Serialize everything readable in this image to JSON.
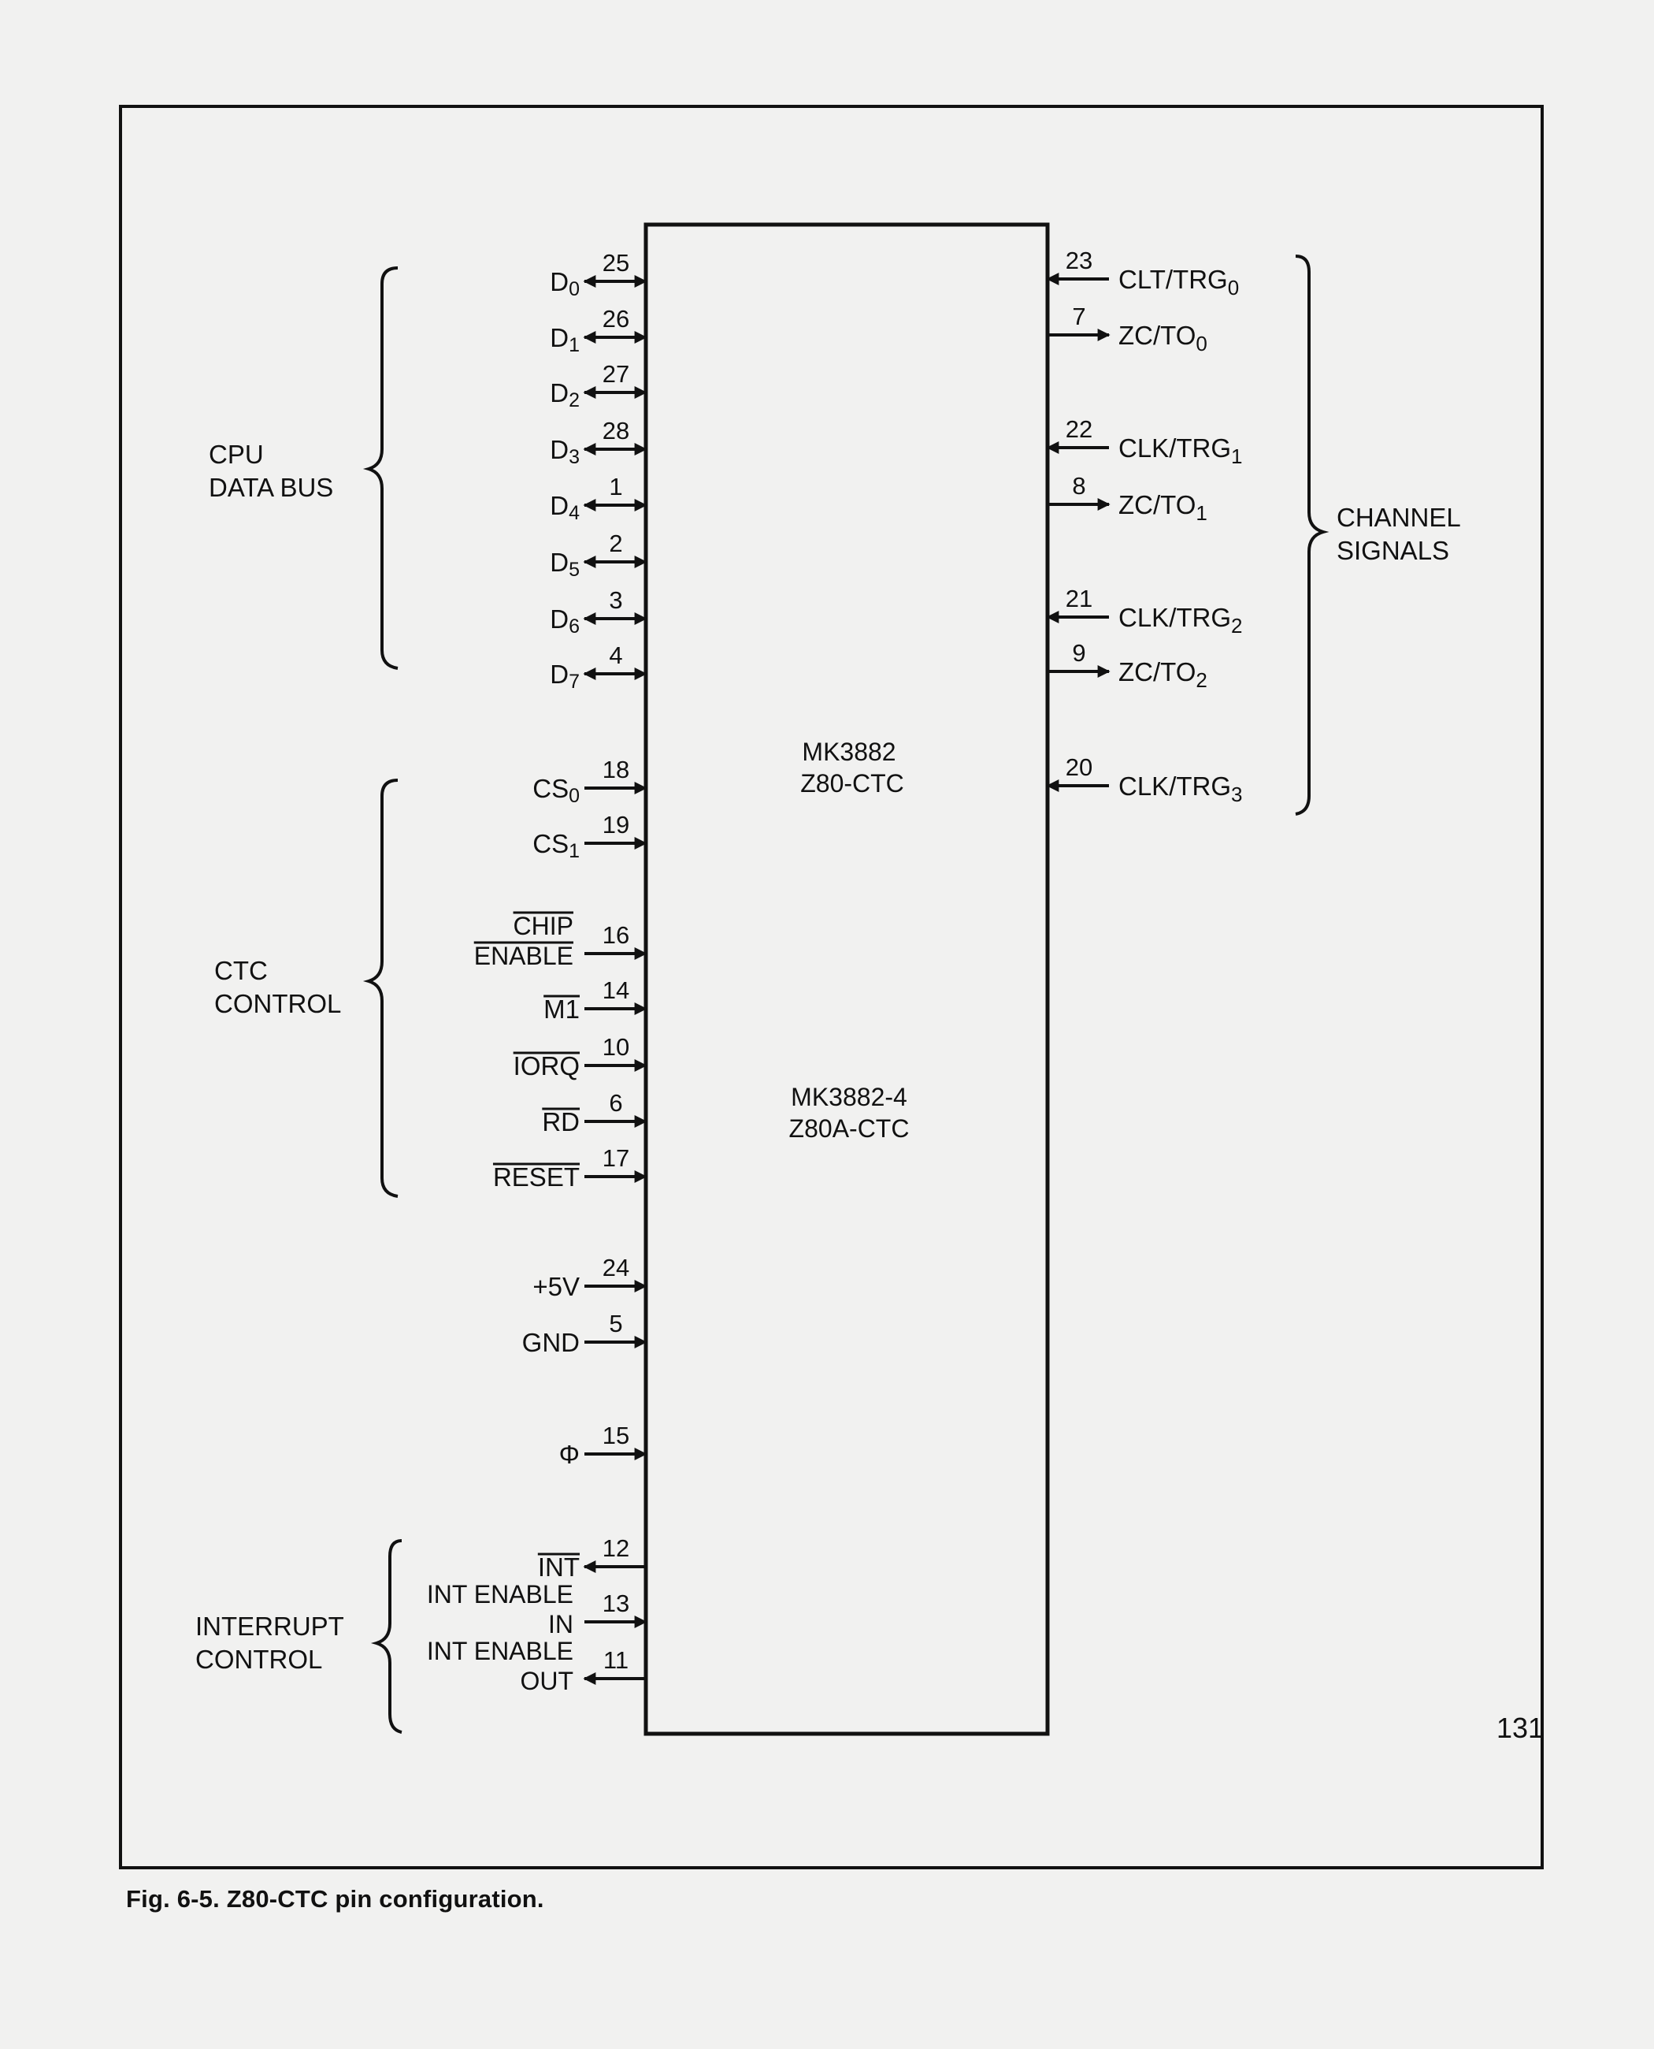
{
  "chip": {
    "label_top": [
      "MK3882",
      "Z80-CTC"
    ],
    "label_bottom": [
      "MK3882-4",
      "Z80A-CTC"
    ]
  },
  "left_pins": [
    {
      "name": "D",
      "sub": "0",
      "pin": "25",
      "dir": "bi"
    },
    {
      "name": "D",
      "sub": "1",
      "pin": "26",
      "dir": "bi"
    },
    {
      "name": "D",
      "sub": "2",
      "pin": "27",
      "dir": "bi"
    },
    {
      "name": "D",
      "sub": "3",
      "pin": "28",
      "dir": "bi"
    },
    {
      "name": "D",
      "sub": "4",
      "pin": "1",
      "dir": "bi"
    },
    {
      "name": "D",
      "sub": "5",
      "pin": "2",
      "dir": "bi"
    },
    {
      "name": "D",
      "sub": "6",
      "pin": "3",
      "dir": "bi"
    },
    {
      "name": "D",
      "sub": "7",
      "pin": "4",
      "dir": "bi"
    },
    {
      "name": "CS",
      "sub": "0",
      "pin": "18",
      "dir": "in"
    },
    {
      "name": "CS",
      "sub": "1",
      "pin": "19",
      "dir": "in"
    },
    {
      "name": "CHIP",
      "name2": "ENABLE",
      "overline": true,
      "pin": "16",
      "dir": "in"
    },
    {
      "name": "M1",
      "overline": true,
      "pin": "14",
      "dir": "in"
    },
    {
      "name": "IORQ",
      "overline": true,
      "pin": "10",
      "dir": "in"
    },
    {
      "name": "RD",
      "overline": true,
      "pin": "6",
      "dir": "in"
    },
    {
      "name": "RESET",
      "overline": true,
      "pin": "17",
      "dir": "in"
    },
    {
      "name": "+5V",
      "pin": "24",
      "dir": "in"
    },
    {
      "name": "GND",
      "pin": "5",
      "dir": "in"
    },
    {
      "name": "Φ",
      "pin": "15",
      "dir": "in"
    },
    {
      "name": "INT",
      "overline": true,
      "pin": "12",
      "dir": "out"
    },
    {
      "name": "INT ENABLE",
      "name2": "IN",
      "pin": "13",
      "dir": "in"
    },
    {
      "name": "INT ENABLE",
      "name2": "OUT",
      "pin": "11",
      "dir": "out"
    }
  ],
  "right_pins": [
    {
      "name": "CLT/TRG",
      "sub": "0",
      "pin": "23",
      "dir": "in"
    },
    {
      "name": "ZC/TO",
      "sub": "0",
      "pin": "7",
      "dir": "out"
    },
    {
      "name": "CLK/TRG",
      "sub": "1",
      "pin": "22",
      "dir": "in"
    },
    {
      "name": "ZC/TO",
      "sub": "1",
      "pin": "8",
      "dir": "out"
    },
    {
      "name": "CLK/TRG",
      "sub": "2",
      "pin": "21",
      "dir": "in"
    },
    {
      "name": "ZC/TO",
      "sub": "2",
      "pin": "9",
      "dir": "out"
    },
    {
      "name": "CLK/TRG",
      "sub": "3",
      "pin": "20",
      "dir": "in"
    }
  ],
  "groups": [
    {
      "lines": [
        "CPU",
        "DATA BUS"
      ]
    },
    {
      "lines": [
        "CTC",
        "CONTROL"
      ]
    },
    {
      "lines": [
        "INTERRUPT",
        "CONTROL"
      ]
    },
    {
      "lines": [
        "CHANNEL",
        "SIGNALS"
      ]
    }
  ],
  "caption": "Fig. 6-5. Z80-CTC pin configuration.",
  "page_number": "131"
}
